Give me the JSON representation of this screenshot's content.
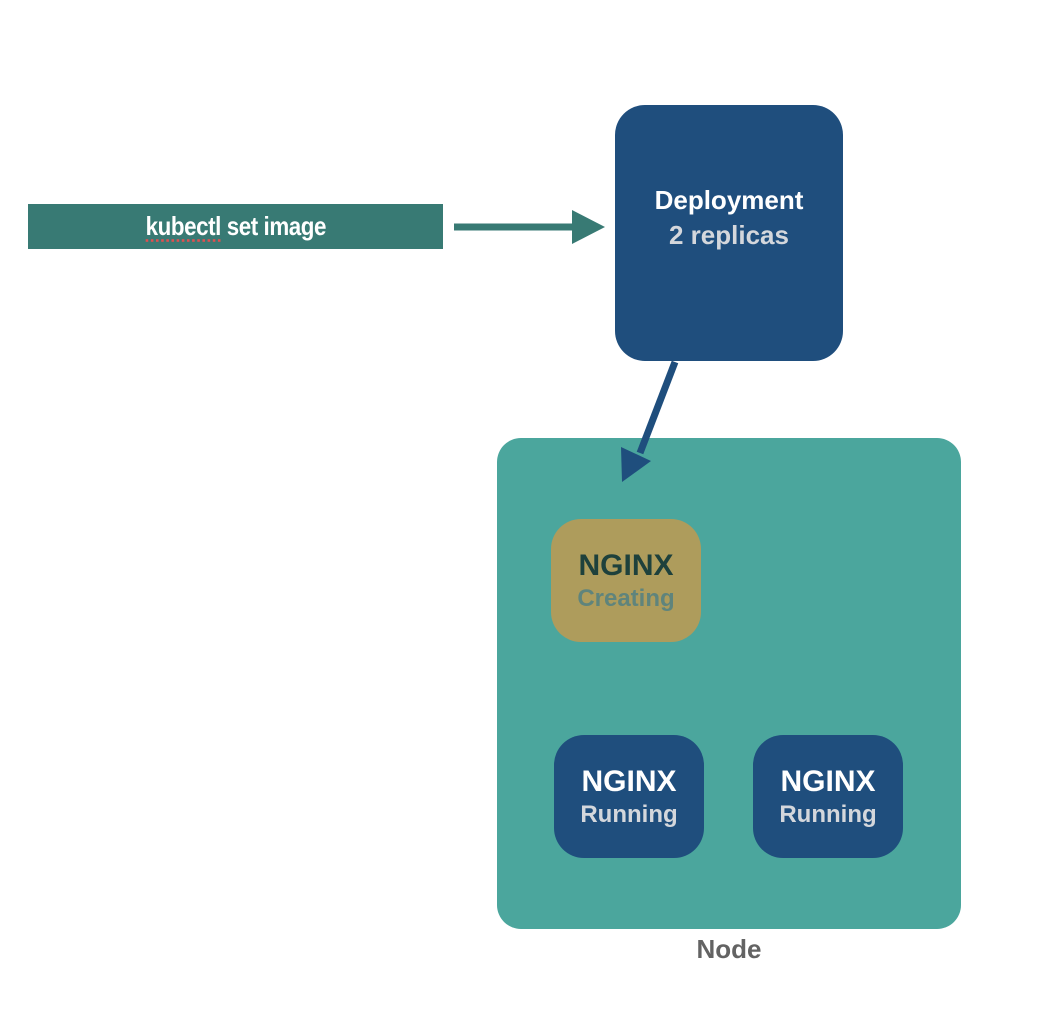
{
  "command": {
    "label_underlined": "kubectl",
    "label_rest": " set image"
  },
  "deployment": {
    "title": "Deployment",
    "subtitle": "2 replicas"
  },
  "node": {
    "label": "Node",
    "pods": [
      {
        "name": "NGINX",
        "status": "Creating",
        "state": "creating"
      },
      {
        "name": "NGINX",
        "status": "Running",
        "state": "running"
      },
      {
        "name": "NGINX",
        "status": "Running",
        "state": "running"
      }
    ]
  },
  "colors": {
    "command_bg": "#387a74",
    "deployment_bg": "#1f4e7d",
    "node_bg": "#4ba69d",
    "pod_creating_bg": "#ae9c5c",
    "pod_running_bg": "#1f4e7d",
    "arrow_command": "#387a74",
    "arrow_deployment": "#1f4e7d"
  }
}
